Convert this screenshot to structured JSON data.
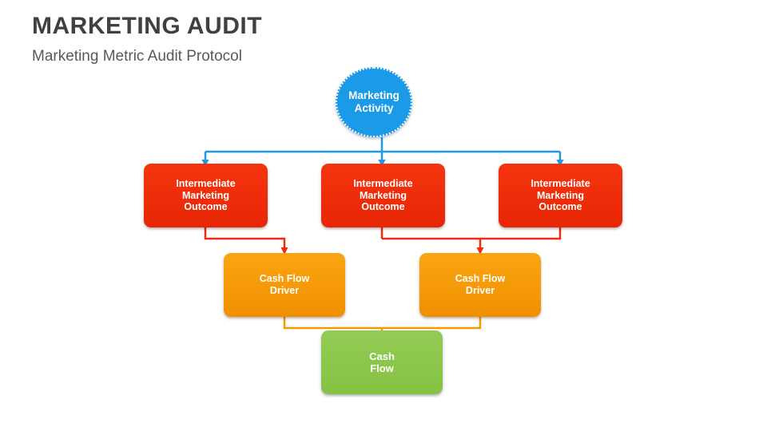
{
  "slide": {
    "title": "MARKETING AUDIT",
    "subtitle": "Marketing Metric Audit Protocol"
  },
  "colors": {
    "title_text": "#404040",
    "subtitle_text": "#595959",
    "blue": "#1b9ae8",
    "red": "#f02a0c",
    "orange": "#f59b00",
    "green": "#8cc63f",
    "background": "#ffffff"
  },
  "diagram": {
    "type": "flowchart",
    "levels": [
      {
        "name": "activity",
        "shape": "circle",
        "color": "#1b9ae8",
        "nodes": [
          {
            "label": "Marketing\nActivity"
          }
        ]
      },
      {
        "name": "intermediate-outcomes",
        "shape": "rounded-rect",
        "color": "#f02a0c",
        "nodes": [
          {
            "label": "Intermediate\nMarketing\nOutcome"
          },
          {
            "label": "Intermediate\nMarketing\nOutcome"
          },
          {
            "label": "Intermediate\nMarketing\nOutcome"
          }
        ]
      },
      {
        "name": "cash-flow-drivers",
        "shape": "rounded-rect",
        "color": "#f59b00",
        "nodes": [
          {
            "label": "Cash Flow\nDriver"
          },
          {
            "label": "Cash Flow\nDriver"
          }
        ]
      },
      {
        "name": "cash-flow",
        "shape": "rounded-rect",
        "color": "#8cc63f",
        "nodes": [
          {
            "label": "Cash\nFlow"
          }
        ]
      }
    ]
  }
}
